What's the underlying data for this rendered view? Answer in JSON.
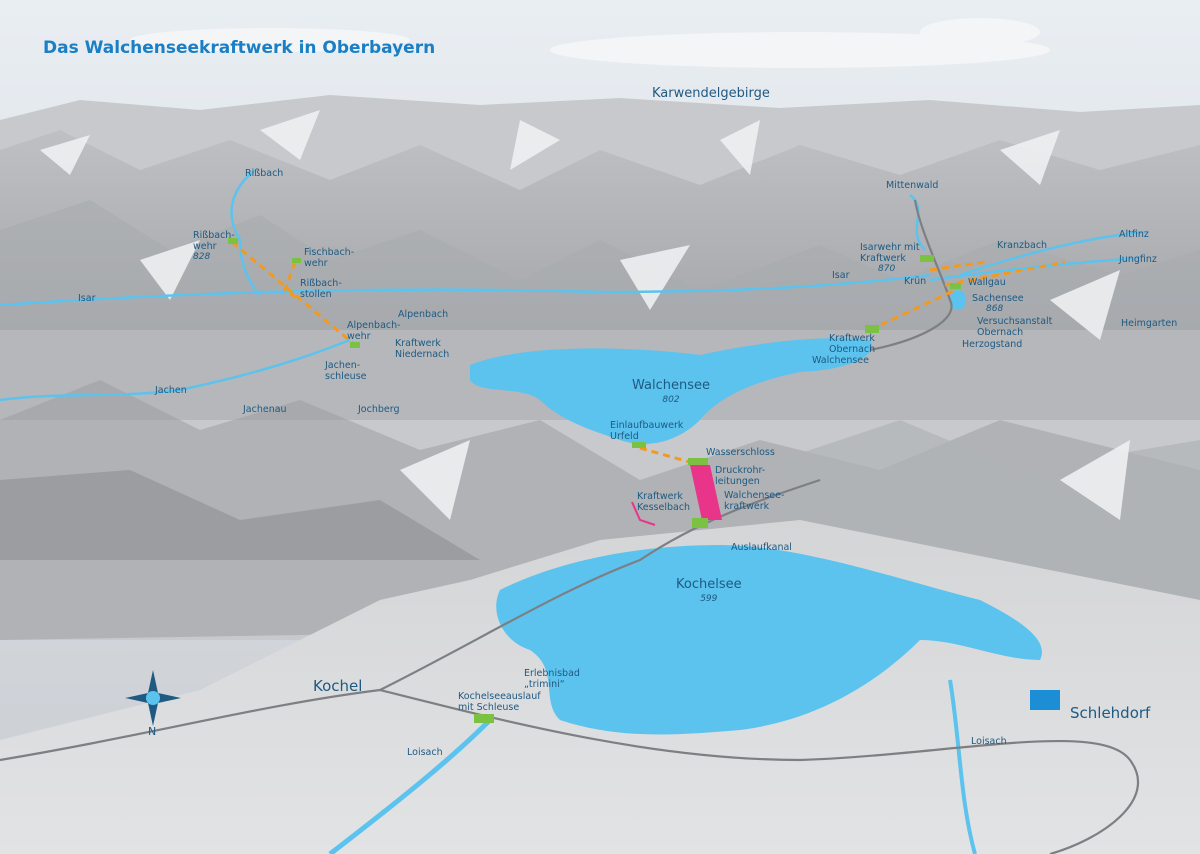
{
  "title": "Das Walchenseekraftwerk in Oberbayern",
  "compass": {
    "north": "N"
  },
  "colors": {
    "water": "#5bc3ee",
    "tunnel": "#f39a1e",
    "pipe": "#e8358a",
    "plant": "#7cc242",
    "text": "#1e5a82",
    "title": "#1a7fc4"
  },
  "labels": {
    "karwendel": "Karwendelgebirge",
    "rissbach": "Rißbach",
    "rissbach_wehr": "Rißbach-\nwehr",
    "rissbach_wehr_alt": "828",
    "fischbach_wehr": "Fischbach-\nwehr",
    "rissbach_stollen": "Rißbach-\nstollen",
    "isar_west": "Isar",
    "alpenbach": "Alpenbach",
    "alpenbach_wehr": "Alpenbach-\nwehr",
    "kw_niedernach": "Kraftwerk\nNiedernach",
    "jachen_schleuse": "Jachen-\nschleuse",
    "jachen": "Jachen",
    "jachenau": "Jachenau",
    "jochberg": "Jochberg",
    "mittenwald": "Mittenwald",
    "isarwehr": "Isarwehr mit\nKraftwerk",
    "isarwehr_alt": "870",
    "isar_east": "Isar",
    "kruen": "Krün",
    "wallgau": "Wallgau",
    "kranzbach": "Kranzbach",
    "altfinz": "Altfinz",
    "jungfinz": "Jungfinz",
    "sachensee": "Sachensee",
    "sachensee_alt": "868",
    "versuchsanstalt": "Versuchsanstalt\nObernach",
    "heimgarten": "Heimgarten",
    "herzogstand": "Herzogstand",
    "kw_obernach": "Kraftwerk\nObernach",
    "walchensee_village": "Walchensee",
    "walchensee": "Walchensee",
    "walchensee_alt": "802",
    "einlauf": "Einlaufbauwerk\nUrfeld",
    "wasserschloss": "Wasserschloss",
    "druckrohr": "Druckrohr-\nleitungen",
    "wkw": "Walchensee-\nkraftwerk",
    "kesselbach": "Kraftwerk\nKesselbach",
    "auslaufkanal": "Auslaufkanal",
    "kochelsee": "Kochelsee",
    "kochelsee_alt": "599",
    "kochel": "Kochel",
    "trimini": "Erlebnisbad\n„trimini“",
    "auslauf_schleuse": "Kochelseeauslauf\nmit Schleuse",
    "loisach_west": "Loisach",
    "loisach_east": "Loisach",
    "schlehdorf": "Schlehdorf"
  }
}
